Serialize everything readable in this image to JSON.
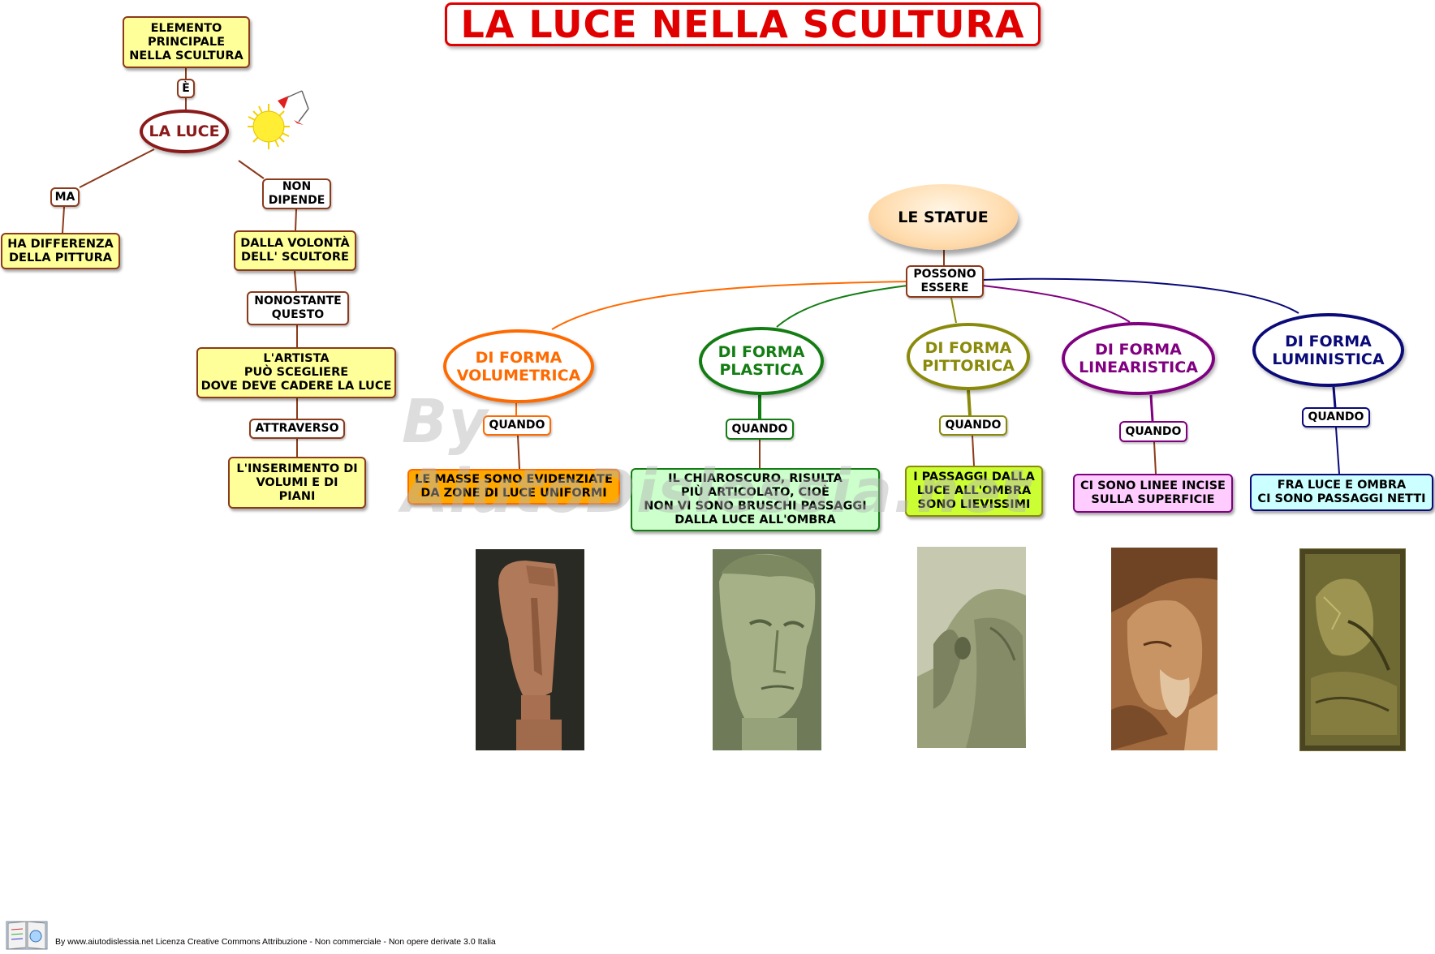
{
  "title": "LA LUCE NELLA SCULTURA",
  "watermark": "By AiutoDislessia.net",
  "footer": "By www.aiutodislessia.net Licenza Creative Commons Attribuzione - Non commerciale - Non opere derivate 3.0 Italia",
  "left_map": {
    "elemento": "ELEMENTO\nPRINCIPALE\nNELLA SCULTURA",
    "e_link": "È",
    "luce": "LA LUCE",
    "ma_link": "MA",
    "differenza": "HA DIFFERENZA\nDELLA PITTURA",
    "non_dipende_link": "NON\nDIPENDE",
    "volonta": "DALLA VOLONTÀ\nDELL' SCULTORE",
    "nonostante_link": "NONOSTANTE\nQUESTO",
    "artista": "L'ARTISTA\nPUÒ SCEGLIERE\nDOVE DEVE CADERE LA LUCE",
    "attraverso_link": "ATTRAVERSO",
    "inserimento": "L'INSERIMENTO DI\nVOLUMI E DI\nPIANI"
  },
  "right_map": {
    "statue": "LE STATUE",
    "possono_link": "POSSONO\nESSERE",
    "quando": "QUANDO",
    "forms": [
      {
        "label": "DI FORMA\nVOLUMETRICA",
        "color": "#ff6a00",
        "desc": "LE MASSE SONO EVIDENZIATE\nDA ZONE DI LUCE UNIFORMI",
        "desc_bg": "#ffa800",
        "image": "modigliani-head"
      },
      {
        "label": "DI FORMA\nPLASTICA",
        "color": "#137d13",
        "desc": "IL CHIAROSCURO, RISULTA\nPIÙ ARTICOLATO, CIOÈ\nNON VI SONO  BRUSCHI PASSAGGI\nDALLA LUCE ALL'OMBRA",
        "desc_bg": "#ccffcc",
        "image": "david-head"
      },
      {
        "label": "DI FORMA\nPITTORICA",
        "color": "#8a8a0a",
        "desc": "I PASSAGGI DALLA\nLUCE ALL'OMBRA\nSONO LIEVISSIMI",
        "desc_bg": "#ccff33",
        "image": "soft-marble-face"
      },
      {
        "label": "DI FORMA\nLINEARISTICA",
        "color": "#800080",
        "desc": "CI SONO LINEE INCISE\nSULLA SUPERFICIE",
        "desc_bg": "#ffccff",
        "image": "relief-old-man"
      },
      {
        "label": "DI FORMA\nLUMINISTICA",
        "color": "#0a0a78",
        "desc": "FRA LUCE E OMBRA\nCI SONO PASSAGGI NETTI",
        "desc_bg": "#ccffff",
        "image": "bronze-relief"
      }
    ]
  },
  "colors": {
    "title": "#e00000",
    "box_border": "#8b3a1a",
    "luce_oval": "#8b1a1a",
    "note_yellow": "#ffff99"
  }
}
